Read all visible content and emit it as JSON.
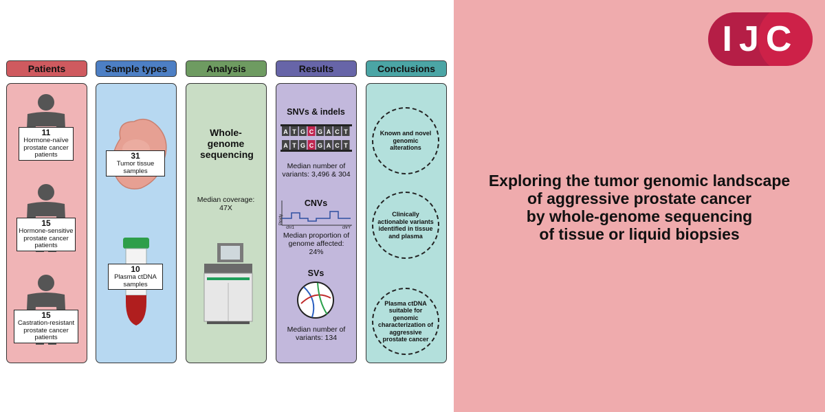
{
  "logo": "IJC",
  "title_lines": [
    "Exploring the tumor genomic landscape",
    "of aggressive prostate cancer",
    "by whole-genome sequencing",
    "of tissue or liquid biopsies"
  ],
  "columns": {
    "patients": {
      "header": "Patients",
      "groups": [
        {
          "count": "11",
          "text": "Hormone-naïve prostate cancer patients"
        },
        {
          "count": "15",
          "text": "Hormone-sensitive prostate cancer patients"
        },
        {
          "count": "15",
          "text": "Castration-resistant prostate cancer patients"
        }
      ]
    },
    "samples": {
      "header": "Sample types",
      "tissue": {
        "count": "31",
        "text": "Tumor tissue samples"
      },
      "plasma": {
        "count": "10",
        "text": "Plasma ctDNA samples"
      }
    },
    "analysis": {
      "header": "Analysis",
      "method": "Whole-genome sequencing",
      "coverage": "Median coverage: 47X"
    },
    "results": {
      "header": "Results",
      "snv_title": "SNVs & indels",
      "snv_bases": [
        "A",
        "T",
        "G",
        "C",
        "G",
        "A",
        "C",
        "T"
      ],
      "snv_text": "Median number of variants: 3,496 & 304",
      "cnv_title": "CNVs",
      "cnv_ylabel": "Ploidy",
      "cnv_x_start": "chr1",
      "cnv_x_end": "chrY",
      "cnv_text": "Median proportion of genome affected: 24%",
      "sv_title": "SVs",
      "sv_text": "Median number of variants: 134"
    },
    "conclusions": {
      "header": "Conclusions",
      "items": [
        "Known and novel genomic alterations",
        "Clinically actionable variants identified in tissue and plasma",
        "Plasma ctDNA suitable for genomic characterization of aggressive prostate cancer"
      ]
    }
  },
  "colors": {
    "patients_header": "#cf5a5f",
    "patients_body": "#f0b4b6",
    "samples_header": "#4d7fc4",
    "samples_body": "#b7d8f1",
    "analysis_header": "#6e9b61",
    "analysis_body": "#c9ddc5",
    "results_header": "#6765a8",
    "results_body": "#c2b8dc",
    "conclusions_header": "#4ba5a5",
    "conclusions_body": "#b3e0dc",
    "right_bg": "#efabad",
    "logo": "#b51e46"
  }
}
